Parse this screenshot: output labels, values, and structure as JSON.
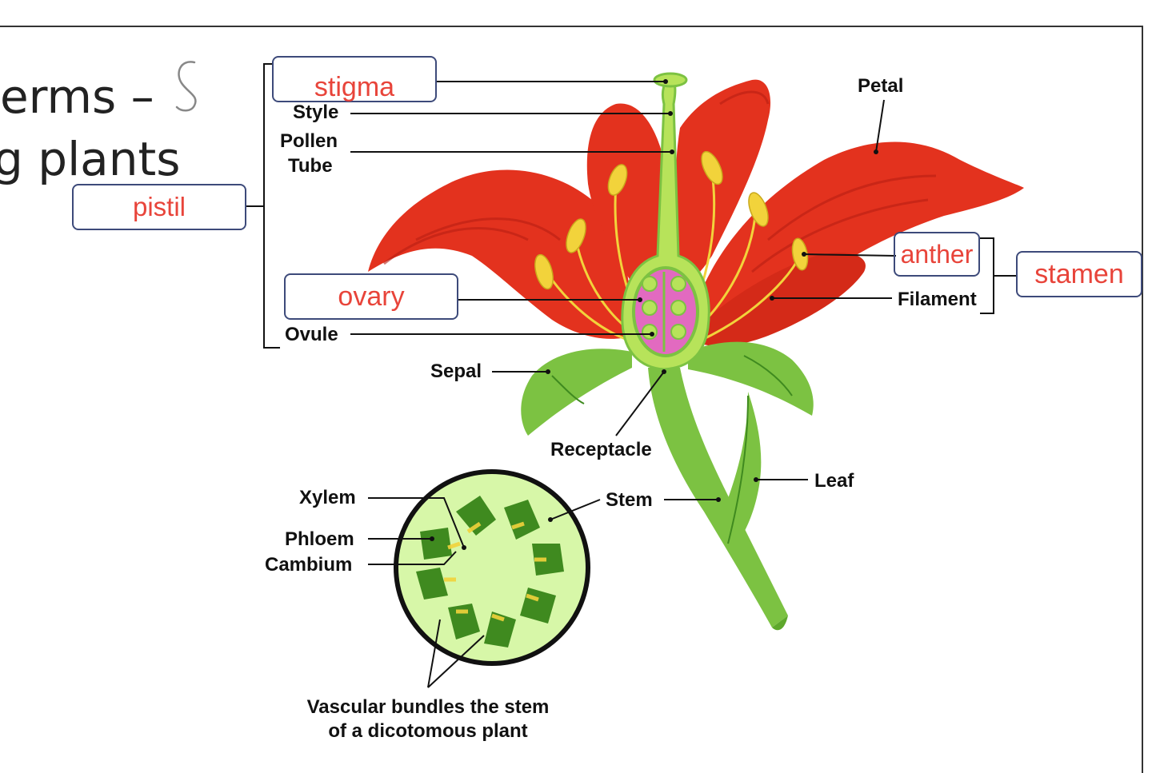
{
  "slide": {
    "title_line1": "erms –",
    "title_line2": "g plants"
  },
  "answers": {
    "stigma": "stigma",
    "pistil": "pistil",
    "ovary": "ovary",
    "anther": "anther",
    "stamen": "stamen"
  },
  "labels": {
    "style": "Style",
    "pollen": "Pollen",
    "tube": "Tube",
    "ovule": "Ovule",
    "sepal": "Sepal",
    "petal": "Petal",
    "filament": "Filament",
    "receptacle": "Receptacle",
    "stem": "Stem",
    "leaf": "Leaf",
    "xylem": "Xylem",
    "phloem": "Phloem",
    "cambium": "Cambium",
    "vascular_line1": "Vascular bundles the stem",
    "vascular_line2": "of a dicotomous plant"
  },
  "colors": {
    "petal": "#e3321e",
    "petal_dark": "#b81e12",
    "green": "#7cc242",
    "green_dark": "#3f8a1f",
    "pink": "#e26ac0",
    "anther": "#f2d33b",
    "answer_text": "#e8443a",
    "box_border": "#3d4a7a"
  }
}
